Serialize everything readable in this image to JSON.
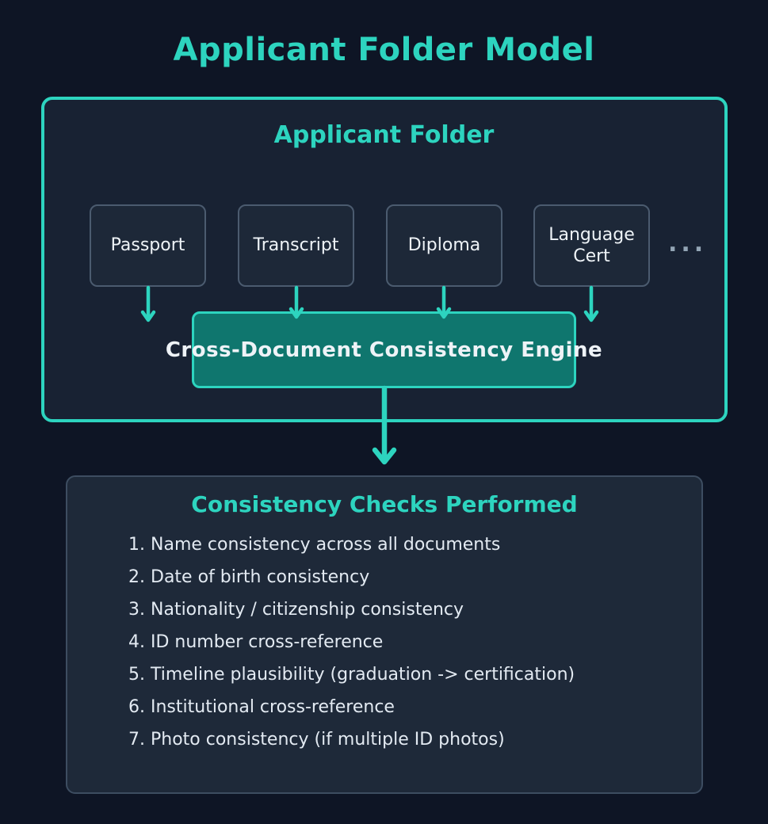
{
  "page": {
    "title": "Applicant Folder Model"
  },
  "colors": {
    "accent": "#2dd4bf",
    "page_bg": "#0e1525",
    "folder_bg": "#182233",
    "node_bg": "#1d2838",
    "node_border": "#4b5b6f",
    "engine_bg": "#0f766e",
    "panel_bg": "#1e2939",
    "panel_border": "#3d4d61",
    "text_light": "#eef3f7",
    "text_muted": "#93a5b5"
  },
  "folder": {
    "title": "Applicant Folder",
    "documents": [
      {
        "label": "Passport"
      },
      {
        "label": "Transcript"
      },
      {
        "label": "Diploma"
      },
      {
        "label": "Language Cert"
      }
    ],
    "more_indicator": "...",
    "engine_label": "Cross-Document Consistency Engine"
  },
  "checks": {
    "title": "Consistency Checks Performed",
    "items": [
      "Name consistency across all documents",
      "Date of birth consistency",
      "Nationality / citizenship consistency",
      "ID number cross-reference",
      "Timeline plausibility (graduation -> certification)",
      "Institutional cross-reference",
      "Photo consistency (if multiple ID photos)"
    ]
  }
}
